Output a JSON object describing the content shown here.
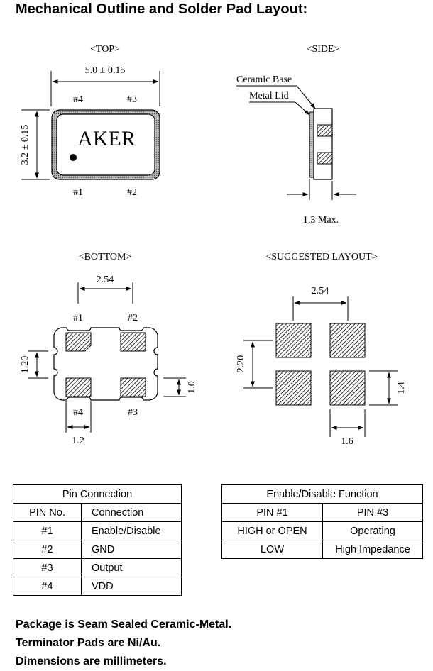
{
  "title": "Mechanical Outline and Solder Pad Layout:",
  "views": {
    "top": {
      "heading": "<TOP>",
      "width_dim": "5.0 ± 0.15",
      "height_dim": "3.2 ± 0.15",
      "marking": "AKER",
      "pins": [
        "#4",
        "#3",
        "#1",
        "#2"
      ]
    },
    "side": {
      "heading": "<SIDE>",
      "ceramic_base": "Ceramic Base",
      "metal_lid": "Metal Lid",
      "thickness_dim": "1.3 Max."
    },
    "bottom": {
      "heading": "<BOTTOM>",
      "pitch_dim": "2.54",
      "height_dim": "1.20",
      "pad_height_dim": "1.0",
      "pad_width_dim": "1.2",
      "pins": [
        "#1",
        "#2",
        "#4",
        "#3"
      ]
    },
    "layout": {
      "heading": "<SUGGESTED LAYOUT>",
      "pitch_dim": "2.54",
      "height_dim": "2.20",
      "pad_height_dim": "1.4",
      "pad_width_dim": "1.6"
    }
  },
  "pin_table": {
    "title": "Pin Connection",
    "headers": [
      "PIN No.",
      "Connection"
    ],
    "rows": [
      [
        "#1",
        "Enable/Disable"
      ],
      [
        "#2",
        "GND"
      ],
      [
        "#3",
        "Output"
      ],
      [
        "#4",
        "VDD"
      ]
    ]
  },
  "enable_table": {
    "title": "Enable/Disable Function",
    "headers": [
      "PIN #1",
      "PIN #3"
    ],
    "rows": [
      [
        "HIGH or OPEN",
        "Operating"
      ],
      [
        "LOW",
        "High Impedance"
      ]
    ]
  },
  "notes": [
    "Package is Seam Sealed Ceramic-Metal.",
    "Terminator Pads are Ni/Au.",
    "Dimensions are millimeters."
  ]
}
